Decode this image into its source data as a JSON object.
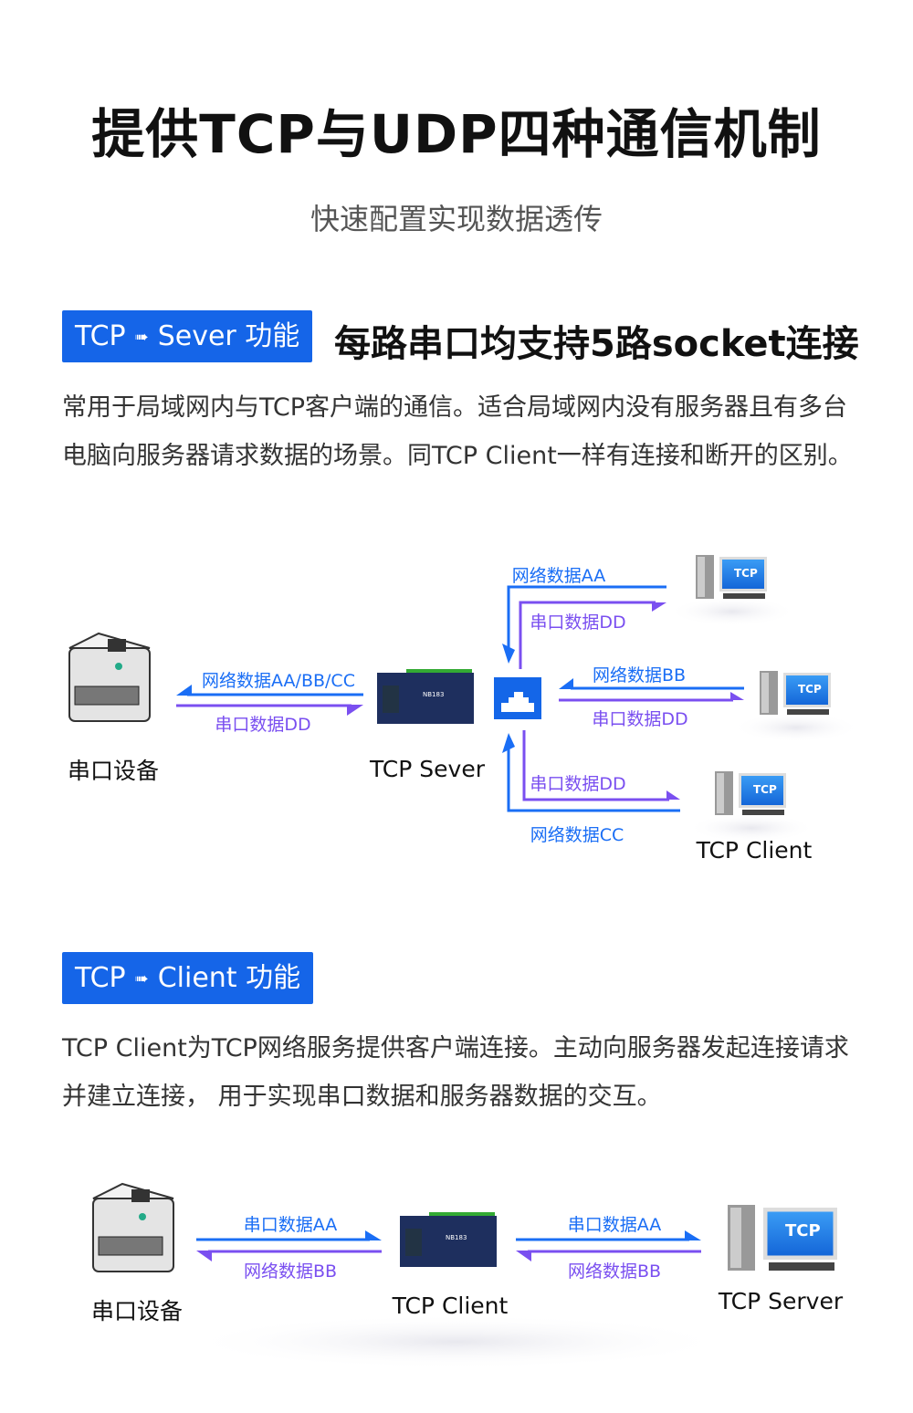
{
  "header": {
    "title": "提供TCP与UDP四种通信机制",
    "subtitle": "快速配置实现数据透传"
  },
  "section1": {
    "badge_left": "TCP",
    "badge_arrow": "➠",
    "badge_right": "Sever 功能",
    "heading": "每路串口均支持5路socket连接",
    "description": "常用于局域网内与TCP客户端的通信。适合局域网内没有服务器且有多台电脑向服务器请求数据的场景。同TCP Client一样有连接和断开的区别。",
    "diagram": {
      "device_label": "串口设备",
      "server_label": "TCP Sever",
      "client_label": "TCP Client",
      "pc_screen": "TCP",
      "left_top": "网络数据AA/BB/CC",
      "left_bottom": "串口数据DD",
      "top_net": "网络数据AA",
      "top_serial": "串口数据DD",
      "mid_net": "网络数据BB",
      "mid_serial": "串口数据DD",
      "bot_serial": "串口数据DD",
      "bot_net": "网络数据CC"
    }
  },
  "section2": {
    "badge_left": "TCP",
    "badge_arrow": "➠",
    "badge_right": "Client 功能",
    "description": "TCP Client为TCP网络服务提供客户端连接。主动向服务器发起连接请求并建立连接， 用于实现串口数据和服务器数据的交互。",
    "diagram": {
      "device_label": "串口设备",
      "client_label": "TCP Client",
      "server_label": "TCP Server",
      "pc_screen": "TCP",
      "left_top": "串口数据AA",
      "left_bottom": "网络数据BB",
      "right_top": "串口数据AA",
      "right_bottom": "网络数据BB"
    }
  },
  "colors": {
    "blue": "#1a6ef5",
    "purple": "#7a4ff0",
    "badge": "#1565e8"
  }
}
